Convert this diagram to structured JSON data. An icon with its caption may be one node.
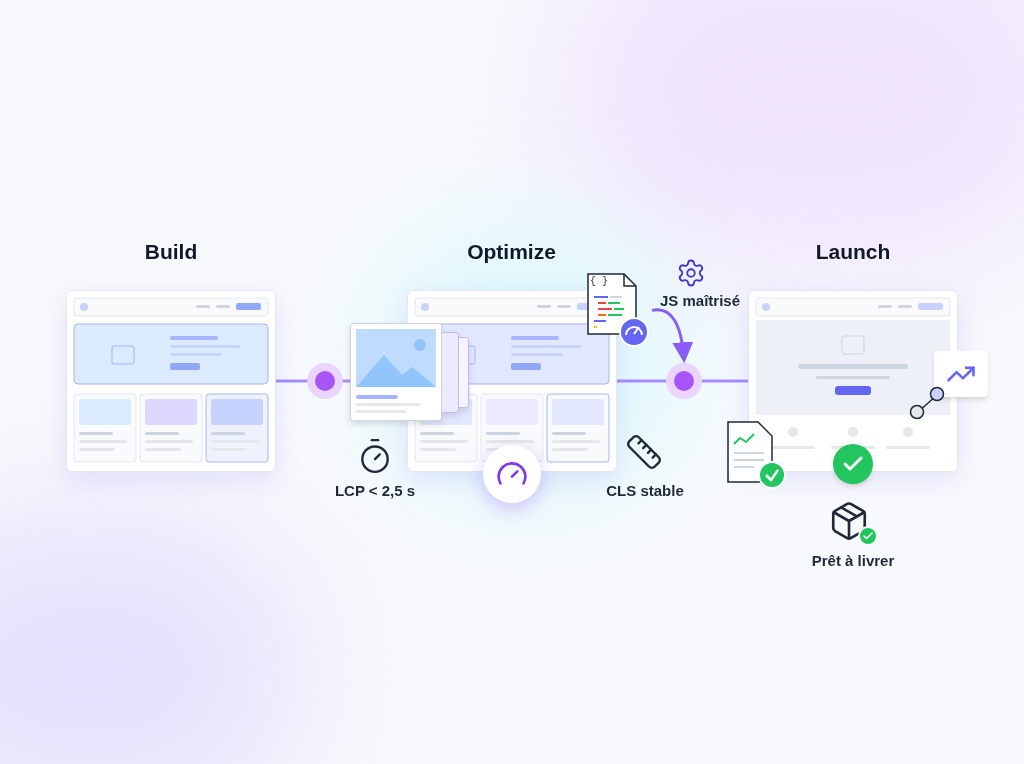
{
  "diagram": {
    "nodes": [
      {
        "text": [
          "Build"
        ]
      },
      {
        "text": [],
        "shape": "circle"
      },
      {
        "text": [
          "Optimize"
        ]
      },
      {
        "text": [],
        "shape": "circle"
      },
      {
        "text": [
          "Launch"
        ]
      },
      {
        "text": [],
        "shape": "picture"
      }
    ],
    "edges": [
      {
        "from": 0,
        "to": 1,
        "arrow": "none"
      },
      {
        "from": 1,
        "to": 2,
        "arrow": "none"
      },
      {
        "from": 2,
        "to": 3,
        "arrow": "none"
      },
      {
        "from": 3,
        "to": 4,
        "arrow": "none"
      },
      {
        "from": 5,
        "to": 3,
        "arrow": "to"
      }
    ],
    "labels": [
      "{ }",
      "JS maîtrisé",
      "LCP < 2,5 s",
      "CLS stable",
      "Prêt à livrer"
    ]
  }
}
